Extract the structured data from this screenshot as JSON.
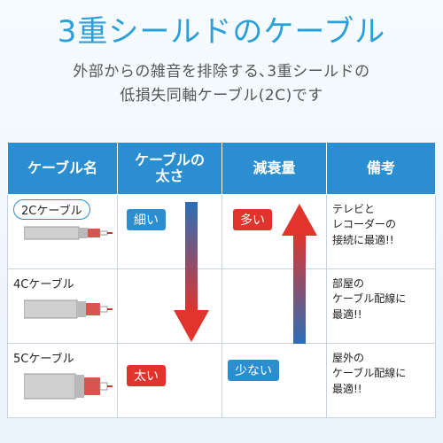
{
  "title": "3重シールドのケーブル",
  "subtitle_line1": "外部からの雑音を排除する､3重シールドの",
  "subtitle_line2": "低損失同軸ケーブル(2C)です",
  "table": {
    "headers": [
      "ケーブル名",
      "ケーブルの\n太さ",
      "減衰量",
      "備考"
    ],
    "rows": [
      {
        "name": "2Cケーブル",
        "thickness_badge": "細い",
        "attenuation_badge": "多い",
        "note": "テレビと\nレコーダーの\n接続に最適!!"
      },
      {
        "name": "4Cケーブル",
        "thickness_badge": "",
        "attenuation_badge": "",
        "note": "部屋の\nケーブル配線に\n最適!!"
      },
      {
        "name": "5Cケーブル",
        "thickness_badge": "太い",
        "attenuation_badge": "少ない",
        "note": "屋外の\nケーブル配線に\n最適!!"
      }
    ]
  },
  "colors": {
    "accent_blue": "#2b8ed0",
    "accent_red": "#e0342c",
    "title_blue": "#2b9fd8"
  }
}
